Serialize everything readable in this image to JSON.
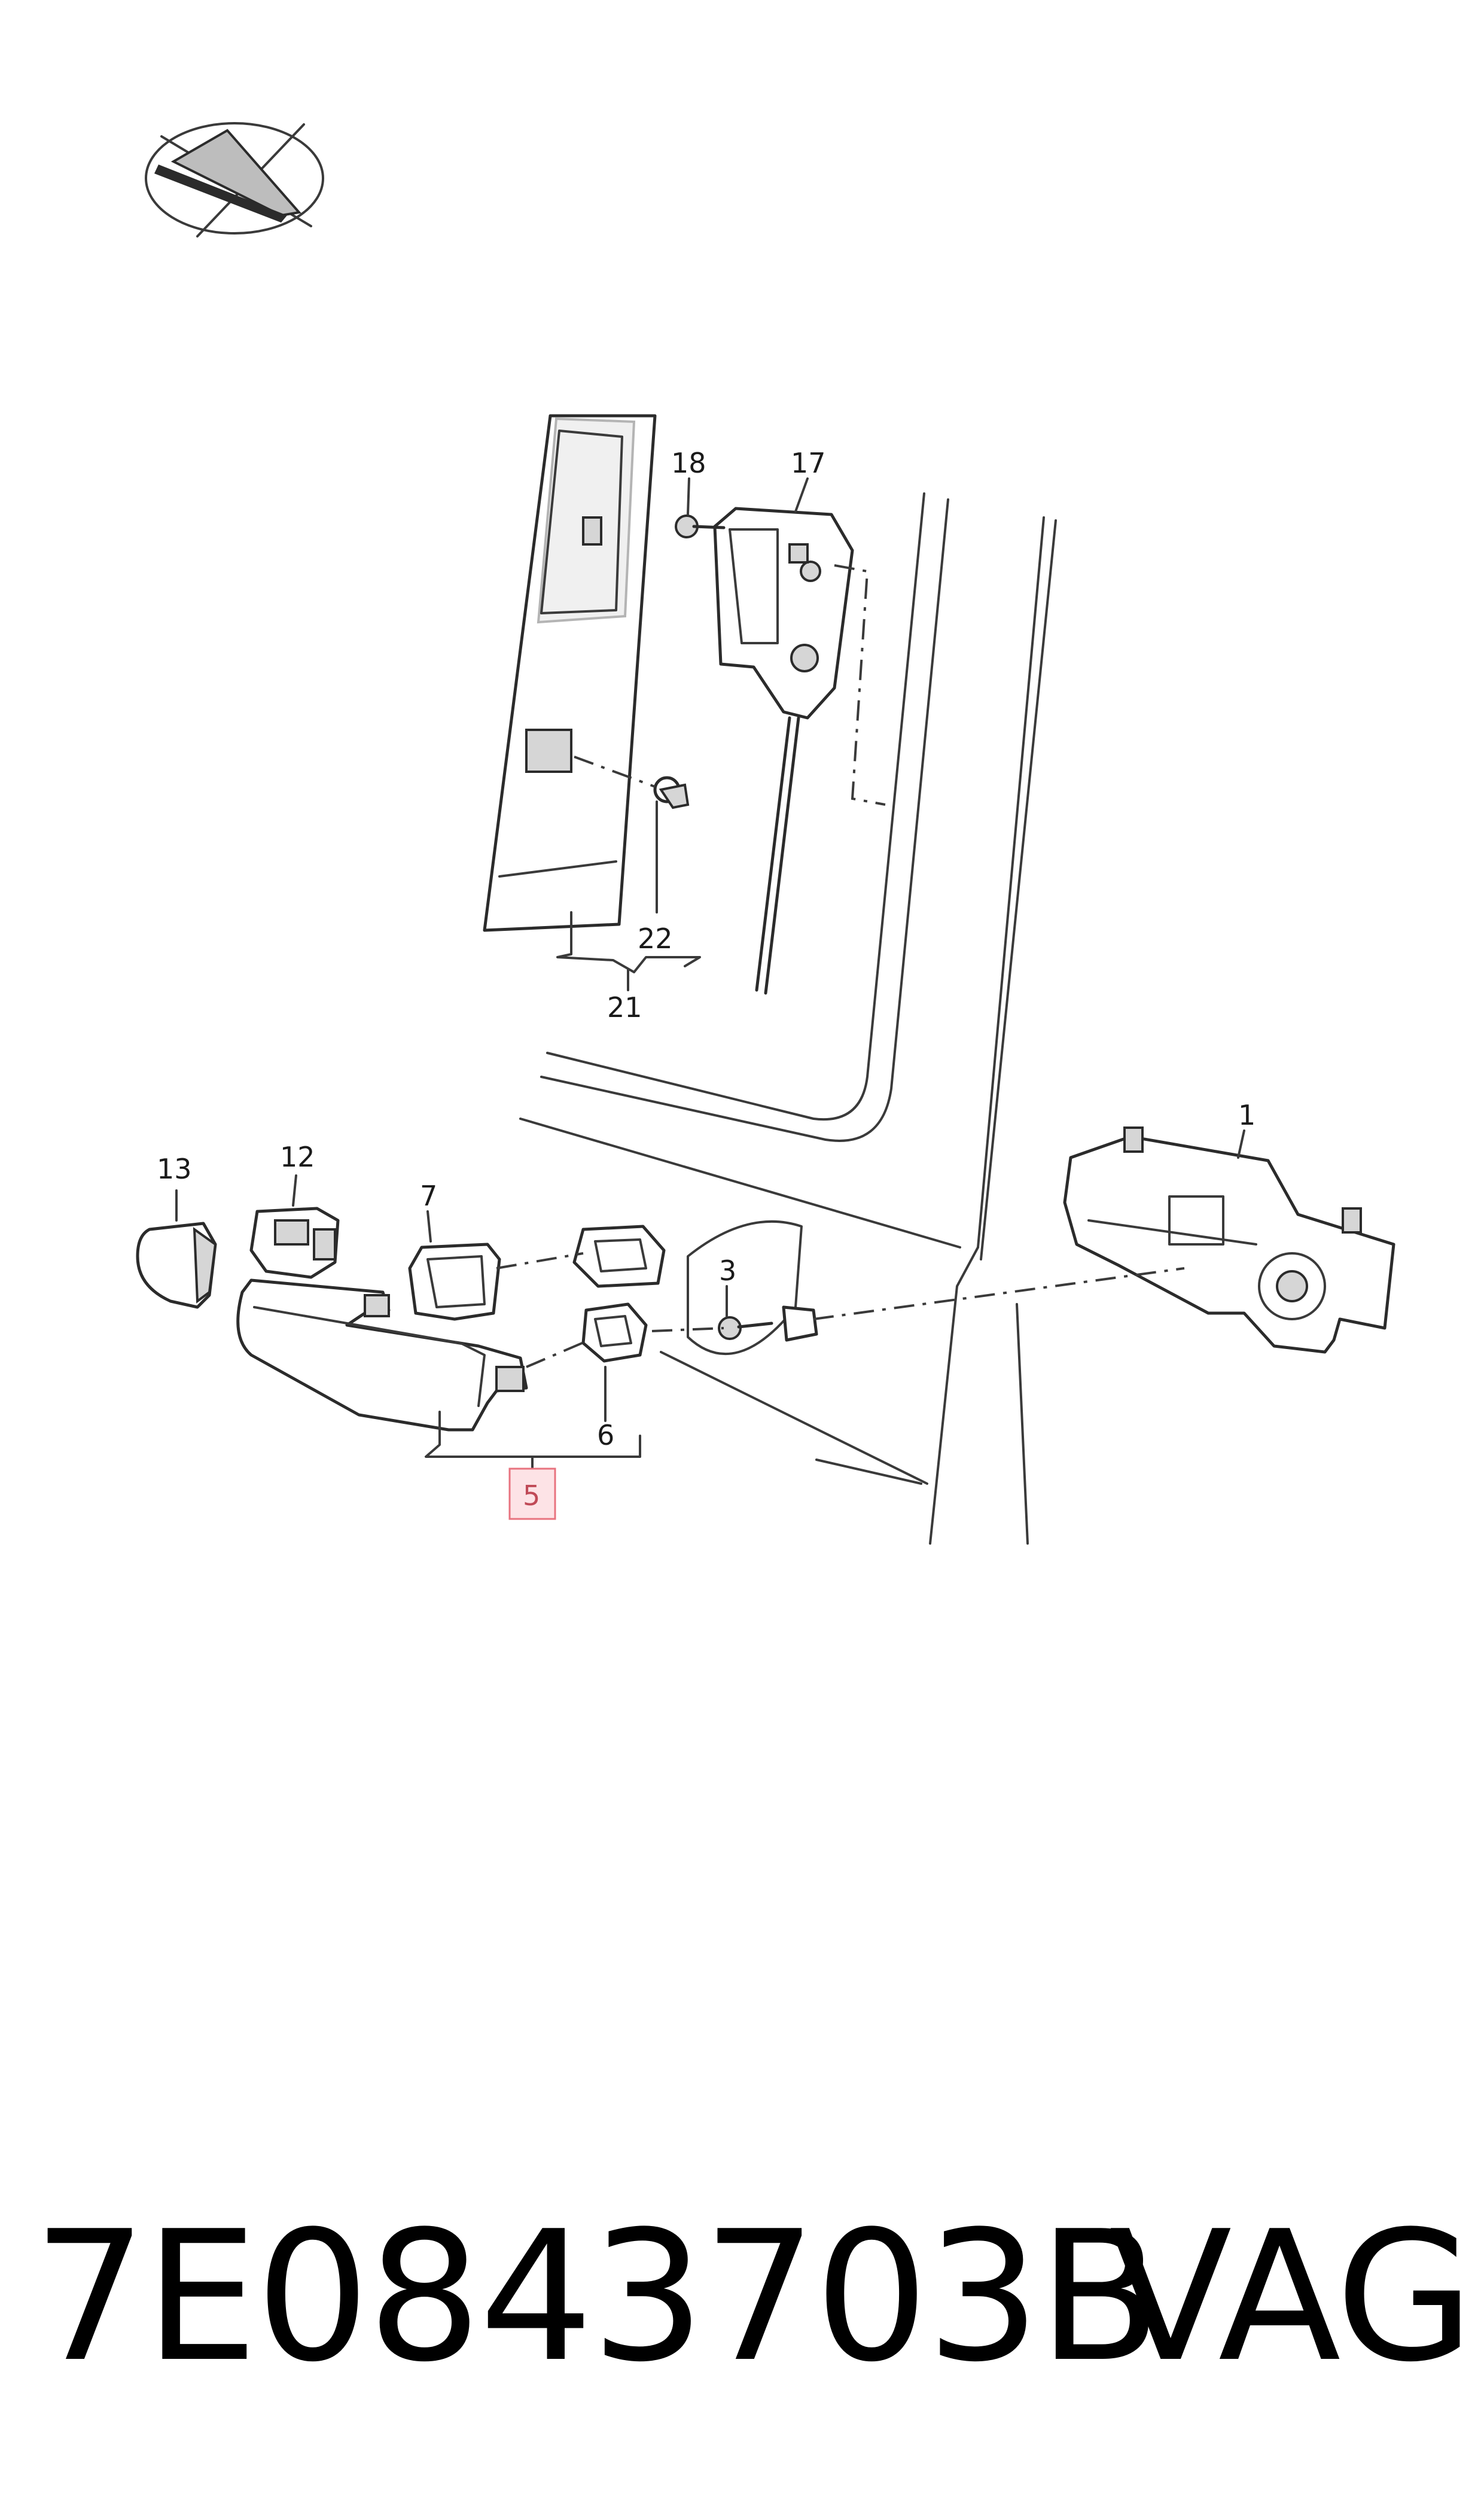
{
  "diagram": {
    "callouts": {
      "c1": "1",
      "c3": "3",
      "c5": "5",
      "c6": "6",
      "c7": "7",
      "c12": "12",
      "c13": "13",
      "c17": "17",
      "c18": "18",
      "c21": "21",
      "c22": "22"
    },
    "highlighted_callout": "5",
    "highlight_color": "#fde3e6"
  },
  "footer": {
    "part_number": "7E0843703B",
    "brand": "VAG"
  }
}
